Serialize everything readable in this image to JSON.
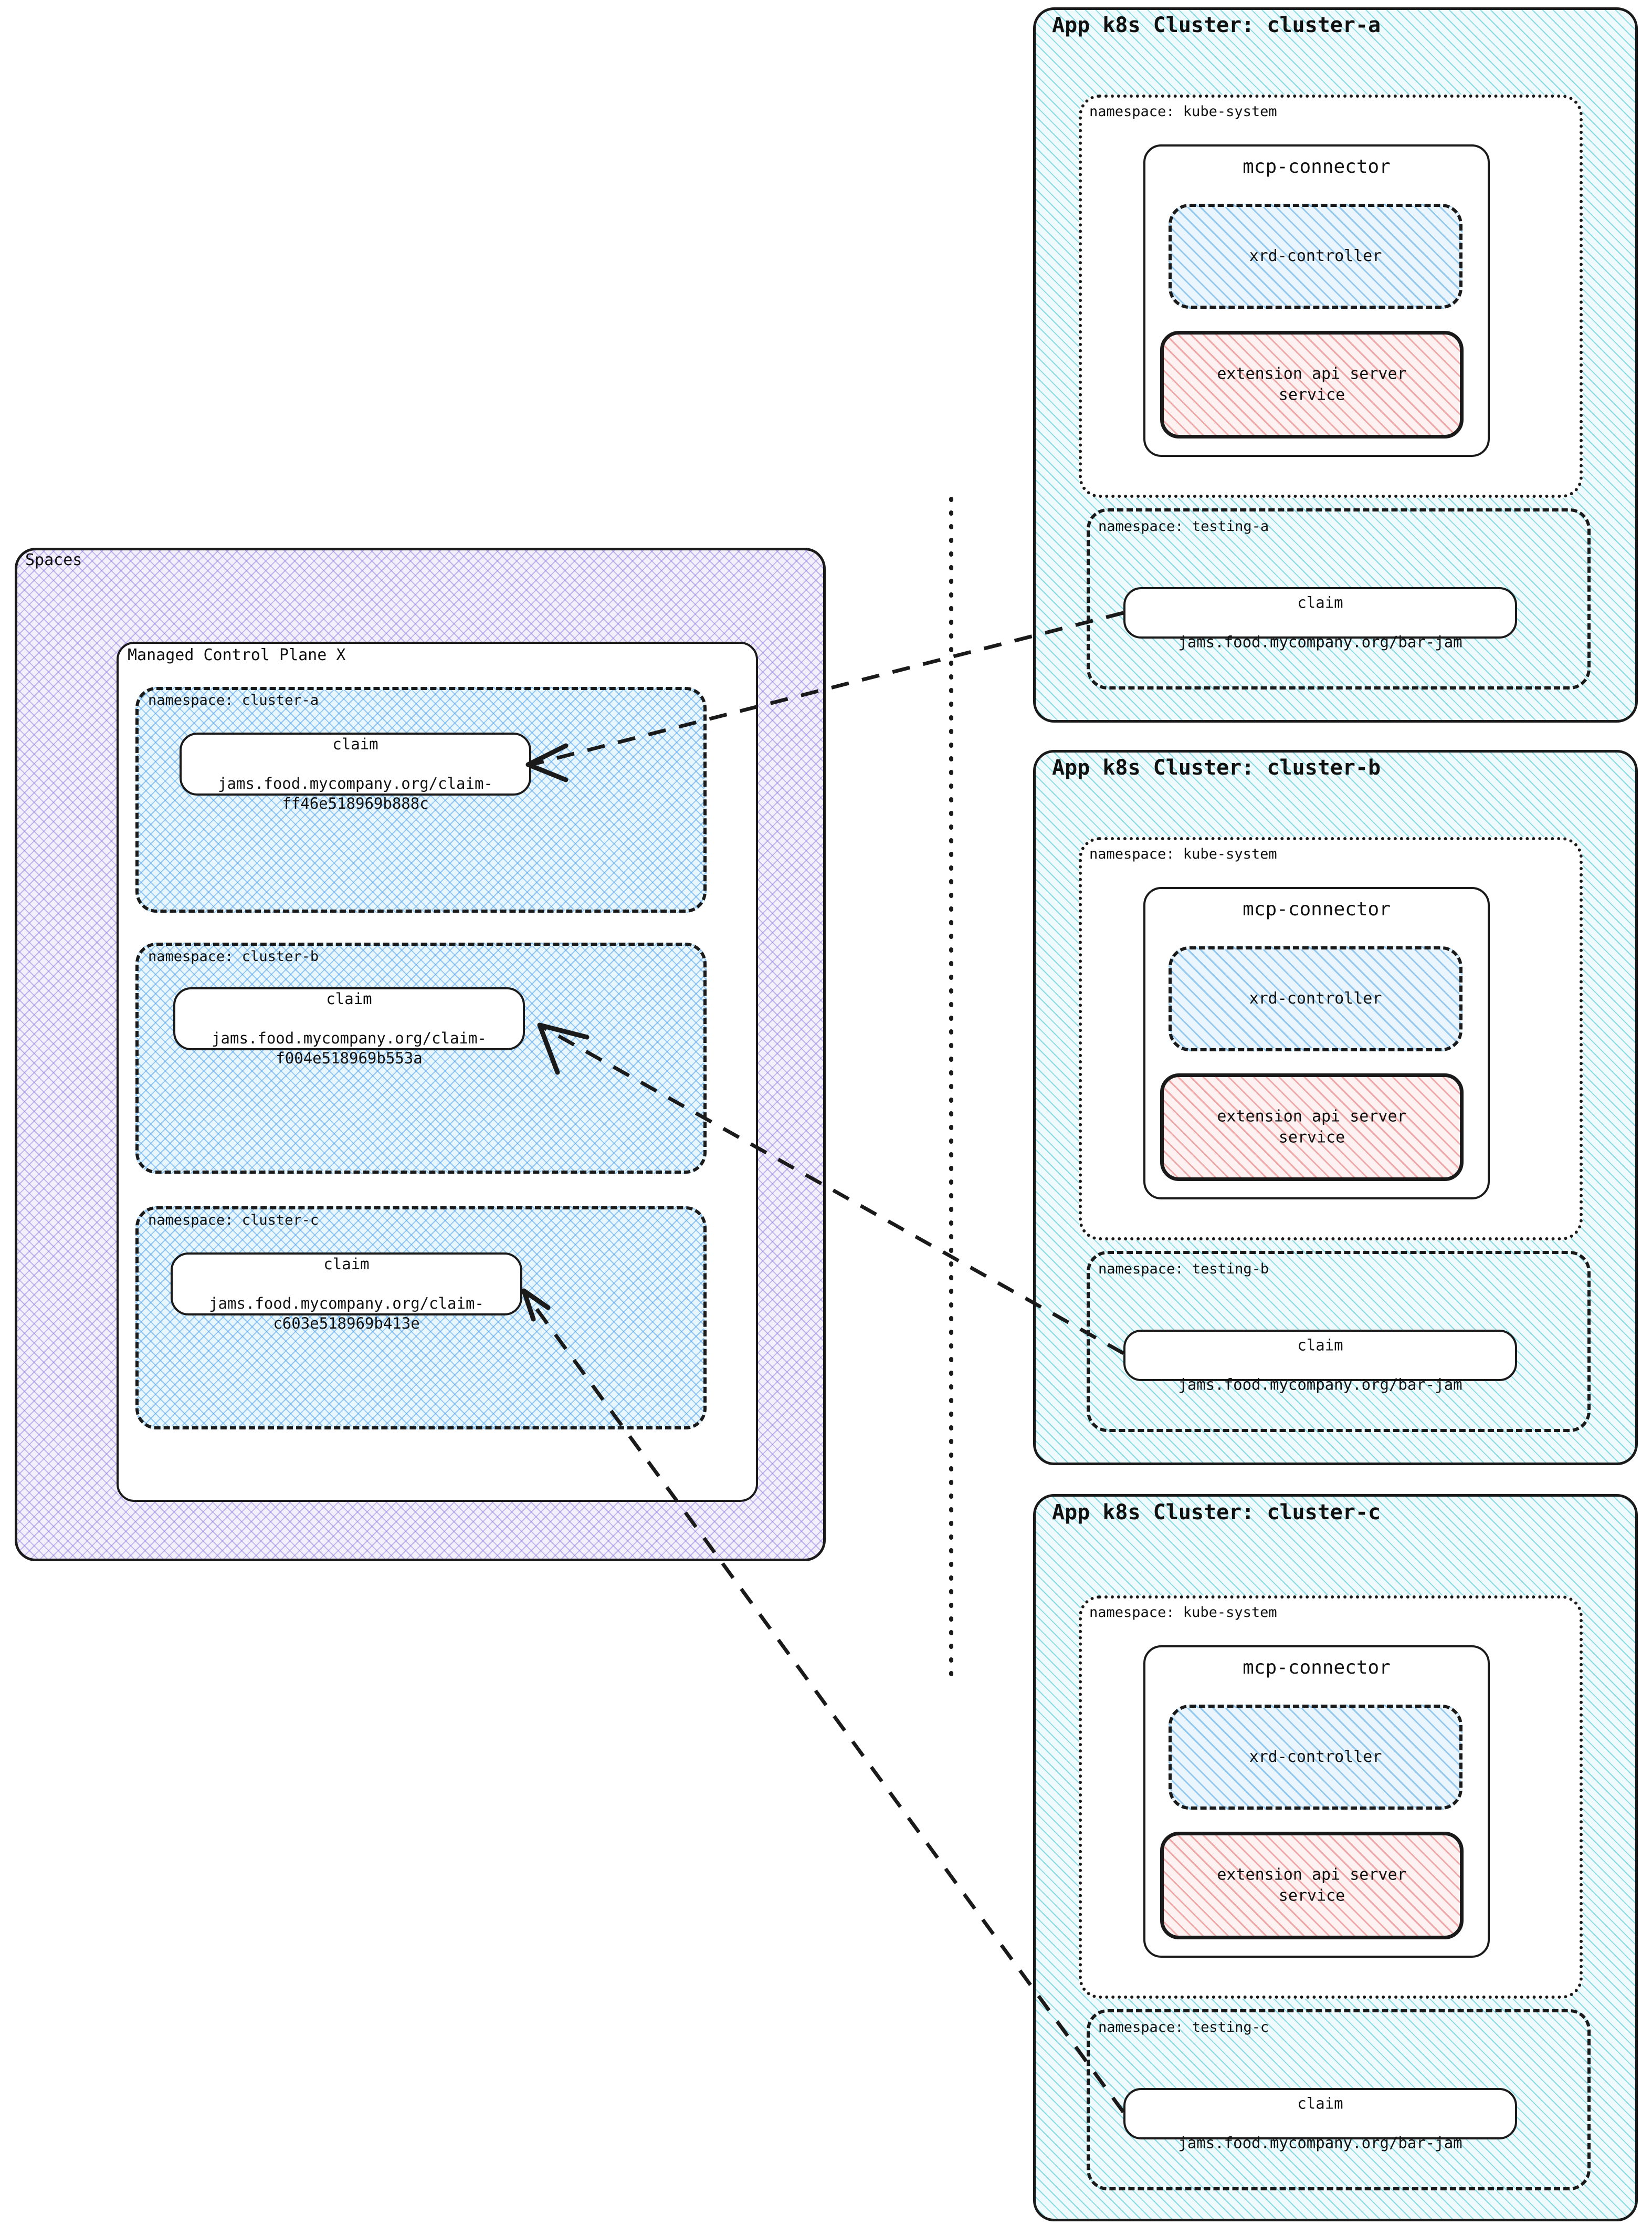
{
  "diagram": {
    "title": "Crossplane Spaces to App k8s Clusters via mcp-connector",
    "colors": {
      "spaces_hatch": "#9682e1",
      "namespace_hatch": "#5aa5eb",
      "cluster_hatch": "#5fcddc",
      "xrd_hatch": "#78b9eb",
      "api_server_hatch": "#eb9696",
      "stroke": "#1a1a1a"
    }
  },
  "spaces": {
    "label": "Spaces",
    "control_plane": {
      "label": "Managed Control Plane X",
      "namespaces": [
        {
          "label": "namespace: cluster-a",
          "claim": {
            "kind": "claim",
            "ref": "jams.food.mycompany.org/claim-\nff46e518969b888c"
          }
        },
        {
          "label": "namespace: cluster-b",
          "claim": {
            "kind": "claim",
            "ref": "jams.food.mycompany.org/claim-\nf004e518969b553a"
          }
        },
        {
          "label": "namespace: cluster-c",
          "claim": {
            "kind": "claim",
            "ref": "jams.food.mycompany.org/claim-\nc603e518969b413e"
          }
        }
      ]
    }
  },
  "clusters": [
    {
      "title": "App k8s Cluster: cluster-a",
      "kube_system": {
        "label": "namespace: kube-system",
        "connector": {
          "title": "mcp-connector",
          "xrd_controller": "xrd-controller",
          "api_server": "extension api server\nservice"
        }
      },
      "testing": {
        "label": "namespace: testing-a",
        "claim": {
          "kind": "claim",
          "ref": "jams.food.mycompany.org/bar-jam"
        }
      }
    },
    {
      "title": "App k8s Cluster: cluster-b",
      "kube_system": {
        "label": "namespace: kube-system",
        "connector": {
          "title": "mcp-connector",
          "xrd_controller": "xrd-controller",
          "api_server": "extension api server\nservice"
        }
      },
      "testing": {
        "label": "namespace: testing-b",
        "claim": {
          "kind": "claim",
          "ref": "jams.food.mycompany.org/bar-jam"
        }
      }
    },
    {
      "title": "App k8s Cluster: cluster-c",
      "kube_system": {
        "label": "namespace: kube-system",
        "connector": {
          "title": "mcp-connector",
          "xrd_controller": "xrd-controller",
          "api_server": "extension api server\nservice"
        }
      },
      "testing": {
        "label": "namespace: testing-c",
        "claim": {
          "kind": "claim",
          "ref": "jams.food.mycompany.org/bar-jam"
        }
      }
    }
  ]
}
